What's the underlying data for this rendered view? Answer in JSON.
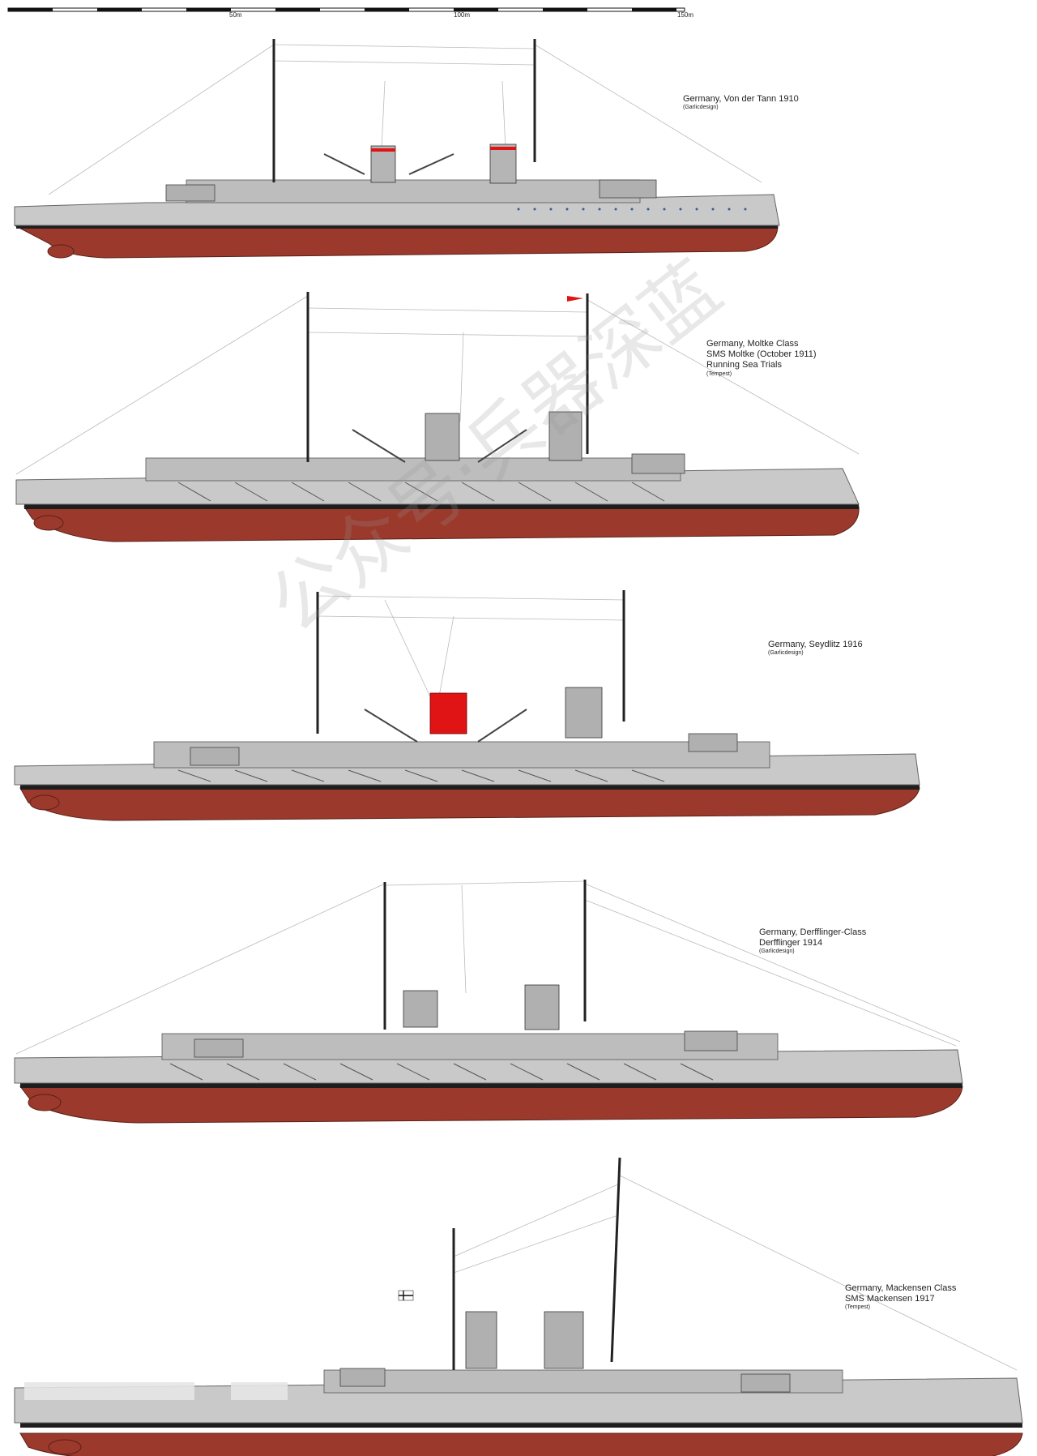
{
  "scale": {
    "labels": [
      "50m",
      "100m",
      "150m"
    ]
  },
  "colors": {
    "hull_red": "#9b3a2c",
    "upper_grey": "#c9c9c9",
    "boot_black": "#1e1e1e",
    "funnel_red": "#e01414"
  },
  "ships": [
    {
      "id": "von-der-tann",
      "lines": [
        "Germany, Von der Tann 1910"
      ],
      "credit": "(Garlicdesign)"
    },
    {
      "id": "moltke",
      "lines": [
        "Germany, Moltke Class",
        "SMS Moltke (October 1911)",
        "Running Sea Trials"
      ],
      "credit": "(Tempest)"
    },
    {
      "id": "seydlitz",
      "lines": [
        "Germany, Seydlitz 1916"
      ],
      "credit": "(Garlicdesign)"
    },
    {
      "id": "derfflinger",
      "lines": [
        "Germany, Derfflinger-Class",
        "Derfflinger 1914"
      ],
      "credit": "(Garlicdesign)"
    },
    {
      "id": "mackensen",
      "lines": [
        "Germany, Mackensen Class",
        "SMS Mackensen 1917"
      ],
      "credit": "(Tempest)"
    }
  ],
  "watermark": "公众号·兵器深蓝"
}
